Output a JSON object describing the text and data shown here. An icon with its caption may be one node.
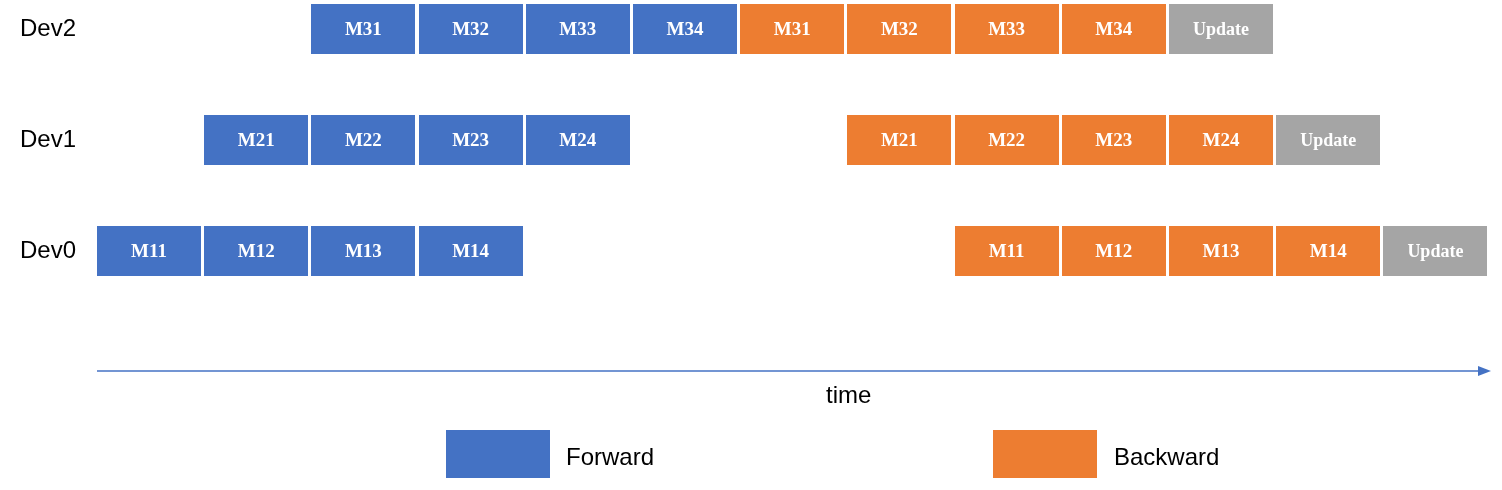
{
  "diagram": {
    "nodes": [
      {
        "text": [
          "M31"
        ]
      },
      {
        "text": [
          "M32"
        ]
      },
      {
        "text": [
          "M33"
        ]
      },
      {
        "text": [
          "M34"
        ]
      },
      {
        "text": [
          "M31"
        ]
      },
      {
        "text": [
          "M32"
        ]
      },
      {
        "text": [
          "M33"
        ]
      },
      {
        "text": [
          "M34"
        ]
      },
      {
        "text": [
          "Update"
        ]
      },
      {
        "text": [
          "M21"
        ]
      },
      {
        "text": [
          "M22"
        ]
      },
      {
        "text": [
          "M23"
        ]
      },
      {
        "text": [
          "M24"
        ]
      },
      {
        "text": [
          "M21"
        ]
      },
      {
        "text": [
          "M22"
        ]
      },
      {
        "text": [
          "M23"
        ]
      },
      {
        "text": [
          "M24"
        ]
      },
      {
        "text": [
          "Update"
        ]
      },
      {
        "text": [
          "M11"
        ]
      },
      {
        "text": [
          "M12"
        ]
      },
      {
        "text": [
          "M13"
        ]
      },
      {
        "text": [
          "M14"
        ]
      },
      {
        "text": [
          "M11"
        ]
      },
      {
        "text": [
          "M12"
        ]
      },
      {
        "text": [
          "M13"
        ]
      },
      {
        "text": [
          "M14"
        ]
      },
      {
        "text": [
          "Update"
        ]
      }
    ],
    "labels": [
      "Dev2",
      "Dev1",
      "Dev0",
      "time"
    ],
    "legend": [
      {
        "text": "Forward",
        "color": "#4472c4"
      },
      {
        "text": "Backward",
        "color": "#ed7d31"
      }
    ]
  }
}
